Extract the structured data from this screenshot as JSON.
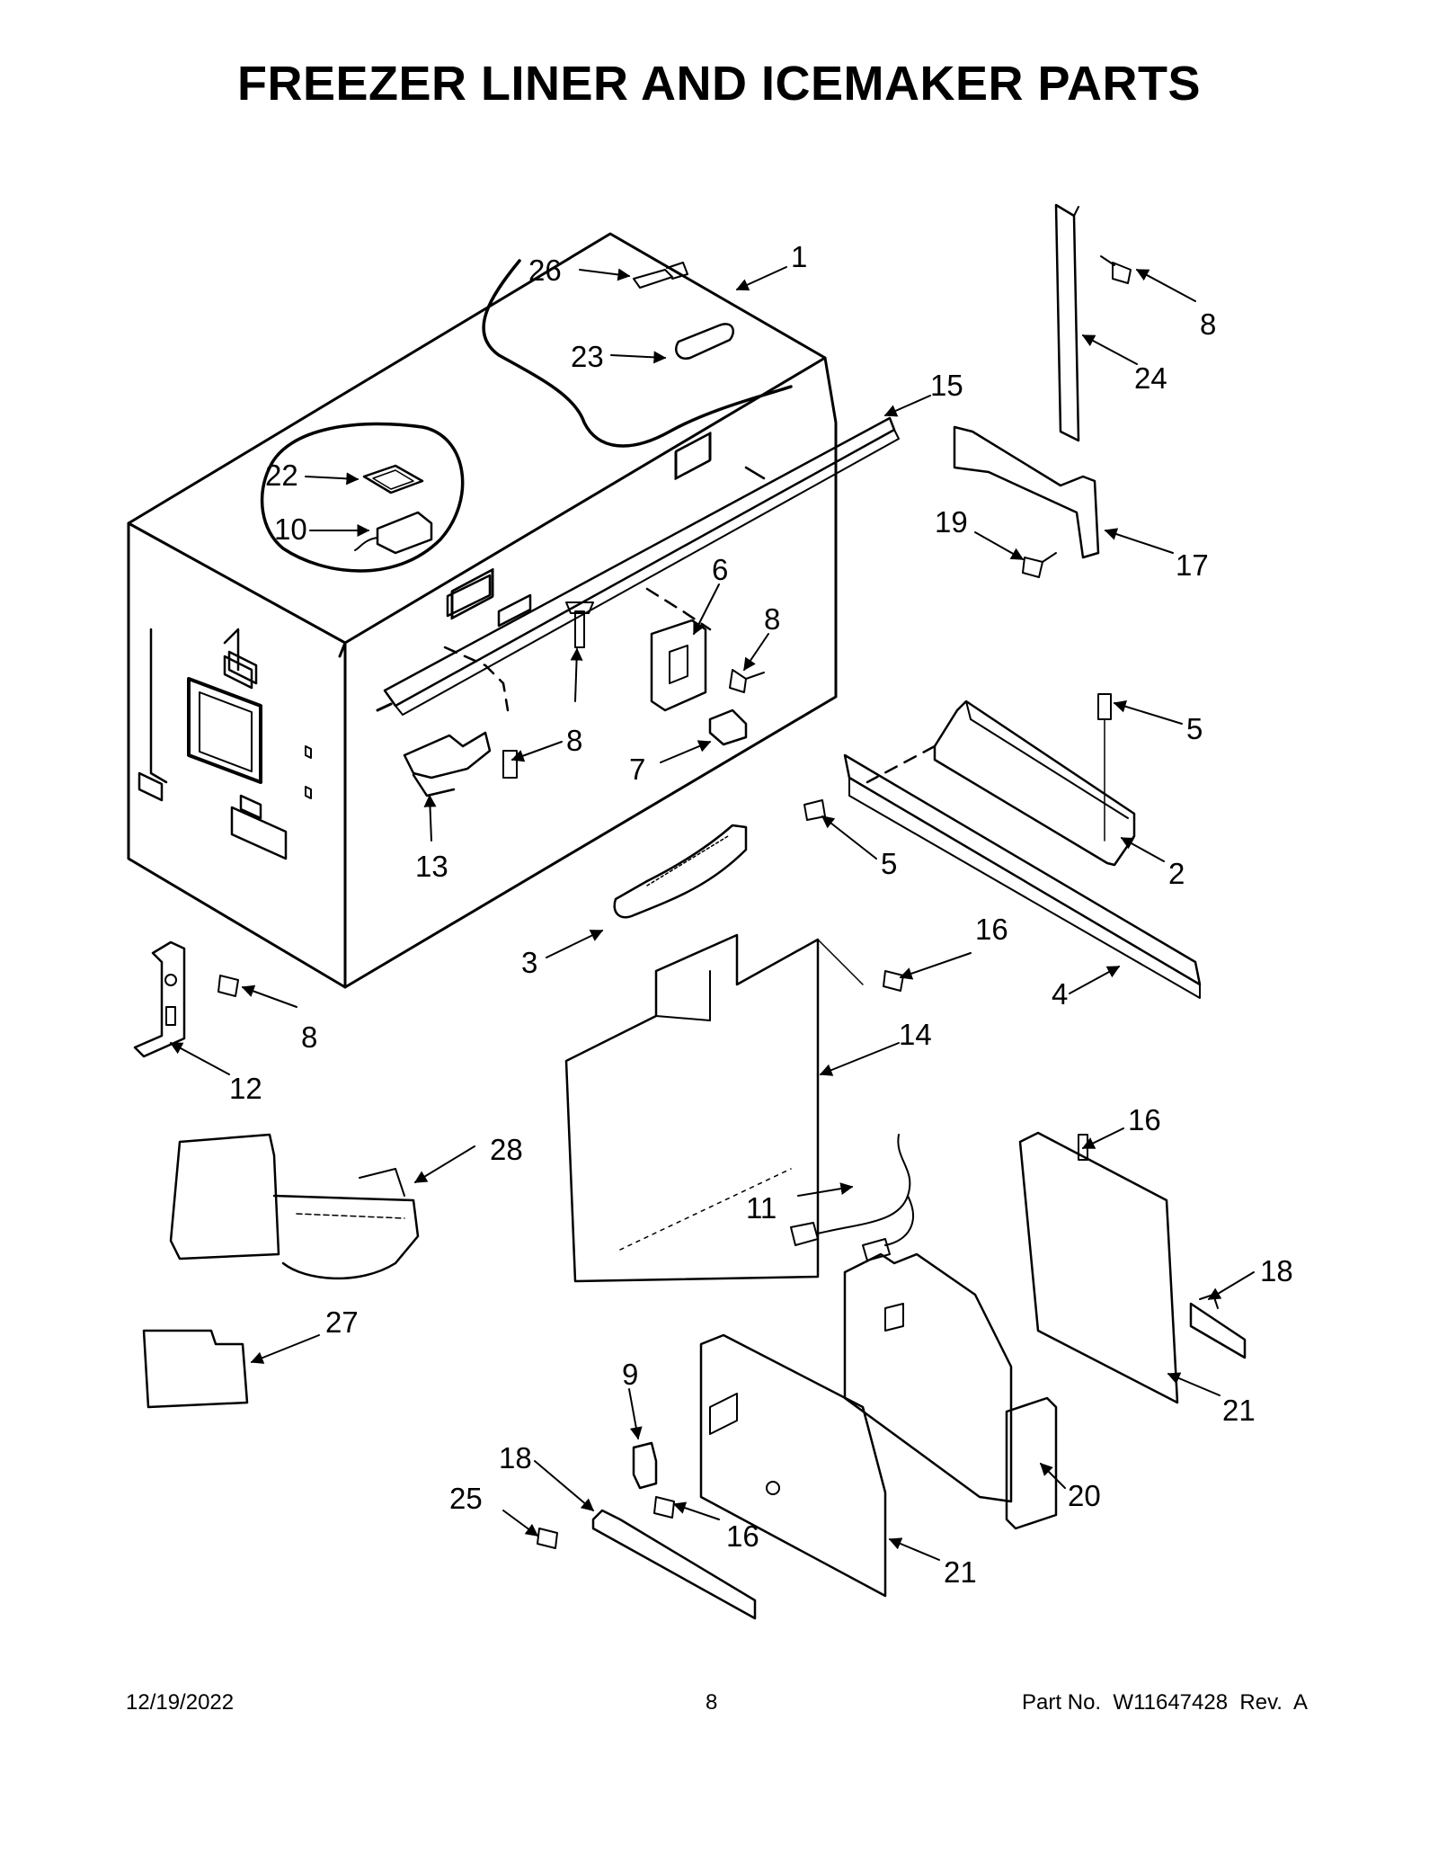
{
  "title": "FREEZER LINER AND ICEMAKER PARTS",
  "callouts": {
    "c1": "1",
    "c2": "2",
    "c3": "3",
    "c4": "4",
    "c5": "5",
    "c6": "6",
    "c7": "7",
    "c8": "8",
    "c9": "9",
    "c10": "10",
    "c11": "11",
    "c12": "12",
    "c13": "13",
    "c14": "14",
    "c15": "15",
    "c16": "16",
    "c17": "17",
    "c18": "18",
    "c19": "19",
    "c20": "20",
    "c21": "21",
    "c22": "22",
    "c23": "23",
    "c24": "24",
    "c25": "25",
    "c26": "26",
    "c27": "27",
    "c28": "28"
  },
  "footer": {
    "date": "12/19/2022",
    "page": "8",
    "part_number": "Part No.  W11647428  Rev.  A"
  }
}
